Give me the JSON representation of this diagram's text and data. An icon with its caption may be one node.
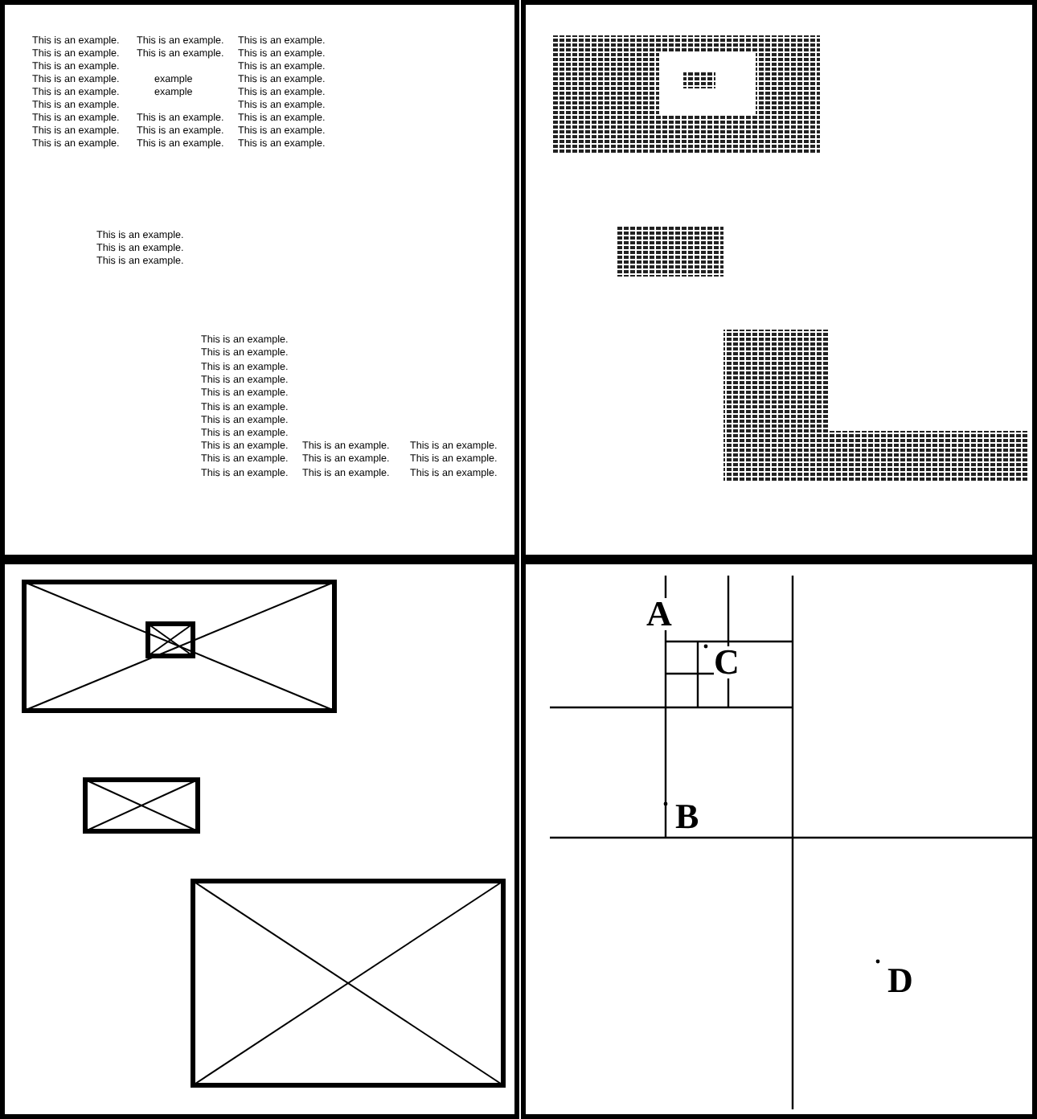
{
  "diagram": {
    "labels": [
      "This is an example.",
      "This is an example.",
      "This is an example.",
      "This is an example.",
      "This is an example.",
      "This is an example.",
      "This is an example.",
      "This is an example.",
      "This is an example.",
      "example",
      "This is an example.",
      "This is an example.",
      "example",
      "This is an example.",
      "This is an example.",
      "This is an example.",
      "This is an example.",
      "This is an example.",
      "This is an example.",
      "This is an example.",
      "This is an example.",
      "This is an example.",
      "This is an example.",
      "This is an example.",
      "This is an example.",
      "This is an example.",
      "This is an example.",
      "This is an example.",
      "This is an example.",
      "This is an example.",
      "This is an example.",
      "This is an example.",
      "This is an example.",
      "This is an example.",
      "This is an example.",
      "This is an example.",
      "This is an example.",
      "This is an example.",
      "This is an example.",
      "This is an example.",
      "This is an example.",
      "This is an example.",
      "This is an example.",
      "This is an example.",
      "This is an example.",
      "A",
      "C",
      "B",
      "D"
    ]
  }
}
